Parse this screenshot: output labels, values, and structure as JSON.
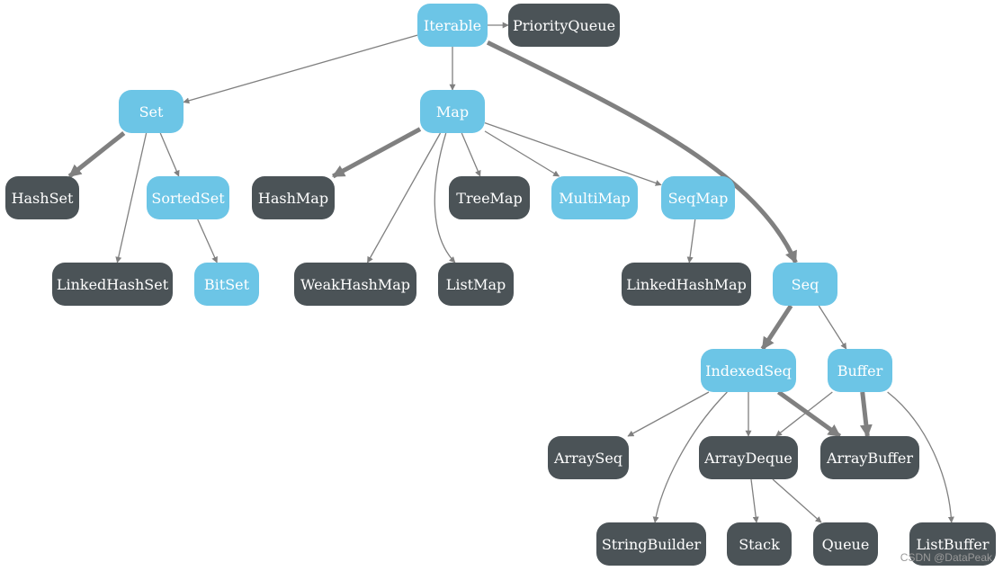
{
  "colors": {
    "interface": "#6cc5e6",
    "class": "#4b5357",
    "edge": "#808080",
    "text": "#ffffff"
  },
  "nodes": {
    "iterable": {
      "label": "Iterable",
      "kind": "interface"
    },
    "priorityqueue": {
      "label": "PriorityQueue",
      "kind": "class"
    },
    "set": {
      "label": "Set",
      "kind": "interface"
    },
    "map": {
      "label": "Map",
      "kind": "interface"
    },
    "hashset": {
      "label": "HashSet",
      "kind": "class"
    },
    "sortedset": {
      "label": "SortedSet",
      "kind": "interface"
    },
    "linkedhashset": {
      "label": "LinkedHashSet",
      "kind": "class"
    },
    "bitset": {
      "label": "BitSet",
      "kind": "interface"
    },
    "hashmap": {
      "label": "HashMap",
      "kind": "class"
    },
    "treemap": {
      "label": "TreeMap",
      "kind": "class"
    },
    "multimap": {
      "label": "MultiMap",
      "kind": "interface"
    },
    "seqmap": {
      "label": "SeqMap",
      "kind": "interface"
    },
    "weakhashmap": {
      "label": "WeakHashMap",
      "kind": "class"
    },
    "listmap": {
      "label": "ListMap",
      "kind": "class"
    },
    "linkedhashmap": {
      "label": "LinkedHashMap",
      "kind": "class"
    },
    "seq": {
      "label": "Seq",
      "kind": "interface"
    },
    "indexedseq": {
      "label": "IndexedSeq",
      "kind": "interface"
    },
    "buffer": {
      "label": "Buffer",
      "kind": "interface"
    },
    "arrayseq": {
      "label": "ArraySeq",
      "kind": "class"
    },
    "arraydeque": {
      "label": "ArrayDeque",
      "kind": "class"
    },
    "arraybuffer": {
      "label": "ArrayBuffer",
      "kind": "class"
    },
    "stringbuilder": {
      "label": "StringBuilder",
      "kind": "class"
    },
    "stack": {
      "label": "Stack",
      "kind": "class"
    },
    "queue": {
      "label": "Queue",
      "kind": "class"
    },
    "listbuffer": {
      "label": "ListBuffer",
      "kind": "class"
    }
  },
  "edges": [
    {
      "from": "iterable",
      "to": "priorityqueue",
      "bold": false
    },
    {
      "from": "iterable",
      "to": "set",
      "bold": false
    },
    {
      "from": "iterable",
      "to": "map",
      "bold": false
    },
    {
      "from": "iterable",
      "to": "seq",
      "bold": true
    },
    {
      "from": "set",
      "to": "hashset",
      "bold": true
    },
    {
      "from": "set",
      "to": "sortedset",
      "bold": false
    },
    {
      "from": "set",
      "to": "linkedhashset",
      "bold": false
    },
    {
      "from": "sortedset",
      "to": "bitset",
      "bold": false
    },
    {
      "from": "map",
      "to": "hashmap",
      "bold": true
    },
    {
      "from": "map",
      "to": "weakhashmap",
      "bold": false
    },
    {
      "from": "map",
      "to": "listmap",
      "bold": false
    },
    {
      "from": "map",
      "to": "treemap",
      "bold": false
    },
    {
      "from": "map",
      "to": "multimap",
      "bold": false
    },
    {
      "from": "map",
      "to": "seqmap",
      "bold": false
    },
    {
      "from": "seqmap",
      "to": "linkedhashmap",
      "bold": false
    },
    {
      "from": "seq",
      "to": "indexedseq",
      "bold": true
    },
    {
      "from": "seq",
      "to": "buffer",
      "bold": false
    },
    {
      "from": "indexedseq",
      "to": "arrayseq",
      "bold": false
    },
    {
      "from": "indexedseq",
      "to": "arraydeque",
      "bold": false
    },
    {
      "from": "indexedseq",
      "to": "arraybuffer",
      "bold": true
    },
    {
      "from": "indexedseq",
      "to": "stringbuilder",
      "bold": false
    },
    {
      "from": "buffer",
      "to": "arraydeque",
      "bold": false
    },
    {
      "from": "buffer",
      "to": "arraybuffer",
      "bold": true
    },
    {
      "from": "buffer",
      "to": "listbuffer",
      "bold": false
    },
    {
      "from": "arraydeque",
      "to": "stack",
      "bold": false
    },
    {
      "from": "arraydeque",
      "to": "queue",
      "bold": false
    }
  ],
  "watermark": "CSDN @DataPeak"
}
